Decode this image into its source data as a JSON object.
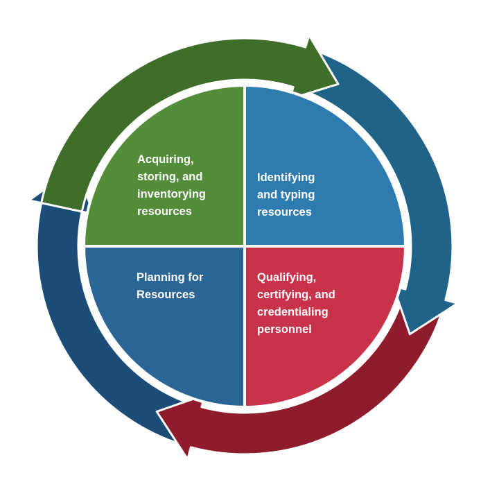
{
  "diagram": {
    "quadrants": [
      {
        "id": "top-left",
        "lines": [
          "Acquiring,",
          "storing, and",
          "inventorying",
          "resources"
        ],
        "color": "#538d3a"
      },
      {
        "id": "top-right",
        "lines": [
          "Identifying",
          "and typing",
          "resources"
        ],
        "color": "#2e7bb0"
      },
      {
        "id": "bottom-right",
        "lines": [
          "Qualifying,",
          "certifying, and",
          "credentialing",
          "personnel"
        ],
        "color": "#c8324a"
      },
      {
        "id": "bottom-left",
        "lines": [
          "Planning for",
          "Resources"
        ],
        "color": "#2a6596"
      }
    ],
    "arrows": [
      {
        "id": "green",
        "color": "#3f6e2b"
      },
      {
        "id": "teal",
        "color": "#1f6389"
      },
      {
        "id": "red",
        "color": "#8f1c2c"
      },
      {
        "id": "navy",
        "color": "#1c4c78"
      }
    ]
  }
}
